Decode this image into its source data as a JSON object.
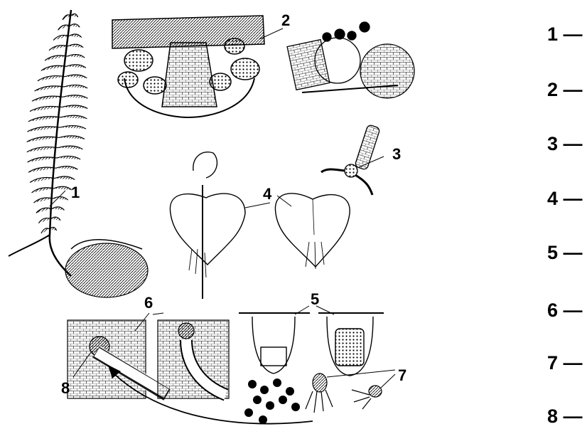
{
  "figure_labels": [
    "1",
    "2",
    "3",
    "4",
    "5",
    "6",
    "7",
    "8"
  ],
  "answer_rows": [
    {
      "num": "1",
      "dash": "—"
    },
    {
      "num": "2",
      "dash": "—"
    },
    {
      "num": "3",
      "dash": "—"
    },
    {
      "num": "4",
      "dash": "—"
    },
    {
      "num": "5",
      "dash": "—"
    },
    {
      "num": "6",
      "dash": "—"
    },
    {
      "num": "7",
      "dash": "—"
    },
    {
      "num": "8",
      "dash": "—"
    }
  ]
}
